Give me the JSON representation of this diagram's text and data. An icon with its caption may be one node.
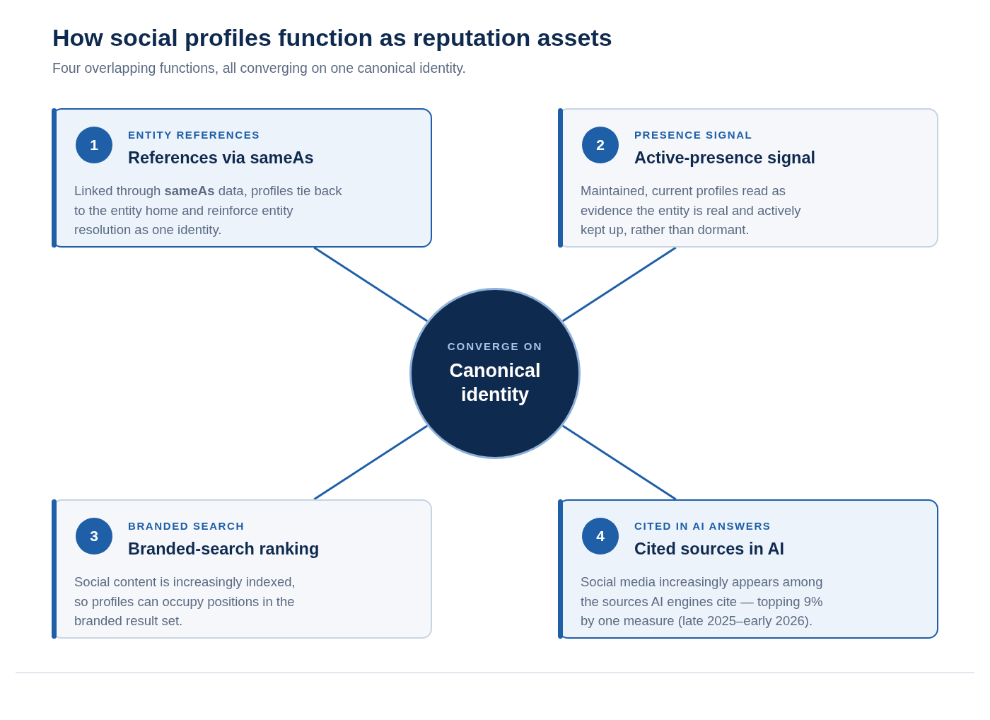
{
  "diagram": {
    "title": "How social profiles function as reputation assets",
    "nodes": [
      {
        "text": [
          "ENTITY REFERENCES",
          "References via sameAs",
          "Linked through **sameAs** data, profiles tie back to the entity home and reinforce entity resolution as one identity."
        ]
      },
      {
        "text": [
          "1"
        ],
        "in": 0
      },
      {
        "text": [
          "PRESENCE SIGNAL",
          "Active-presence signal",
          "Maintained, current profiles read as evidence the entity is real and actively kept up, rather than dormant."
        ]
      },
      {
        "text": [
          "2"
        ],
        "in": 2
      },
      {
        "text": [
          "CONVERGE ON",
          "Canonical identity"
        ]
      },
      {
        "text": [
          "BRANDED SEARCH",
          "Branded-search ranking",
          "Social content is increasingly indexed, so profiles can occupy positions in the branded result set."
        ]
      },
      {
        "text": [
          "3"
        ],
        "in": 5
      },
      {
        "text": [
          "CITED IN AI ANSWERS",
          "Cited sources in AI",
          "Social media increasingly appears among the sources AI engines cite — topping 9% by one measure (late 2025–early 2026)."
        ]
      },
      {
        "text": [
          "4"
        ],
        "in": 7
      }
    ],
    "edges": [
      {
        "from": 0,
        "to": 4,
        "arrow": "none"
      },
      {
        "from": 2,
        "to": 4,
        "arrow": "none"
      },
      {
        "from": 5,
        "to": 4,
        "arrow": "none"
      },
      {
        "from": 7,
        "to": 4,
        "arrow": "none"
      }
    ],
    "labels": [
      "Four overlapping functions, all converging on one canonical identity."
    ]
  }
}
